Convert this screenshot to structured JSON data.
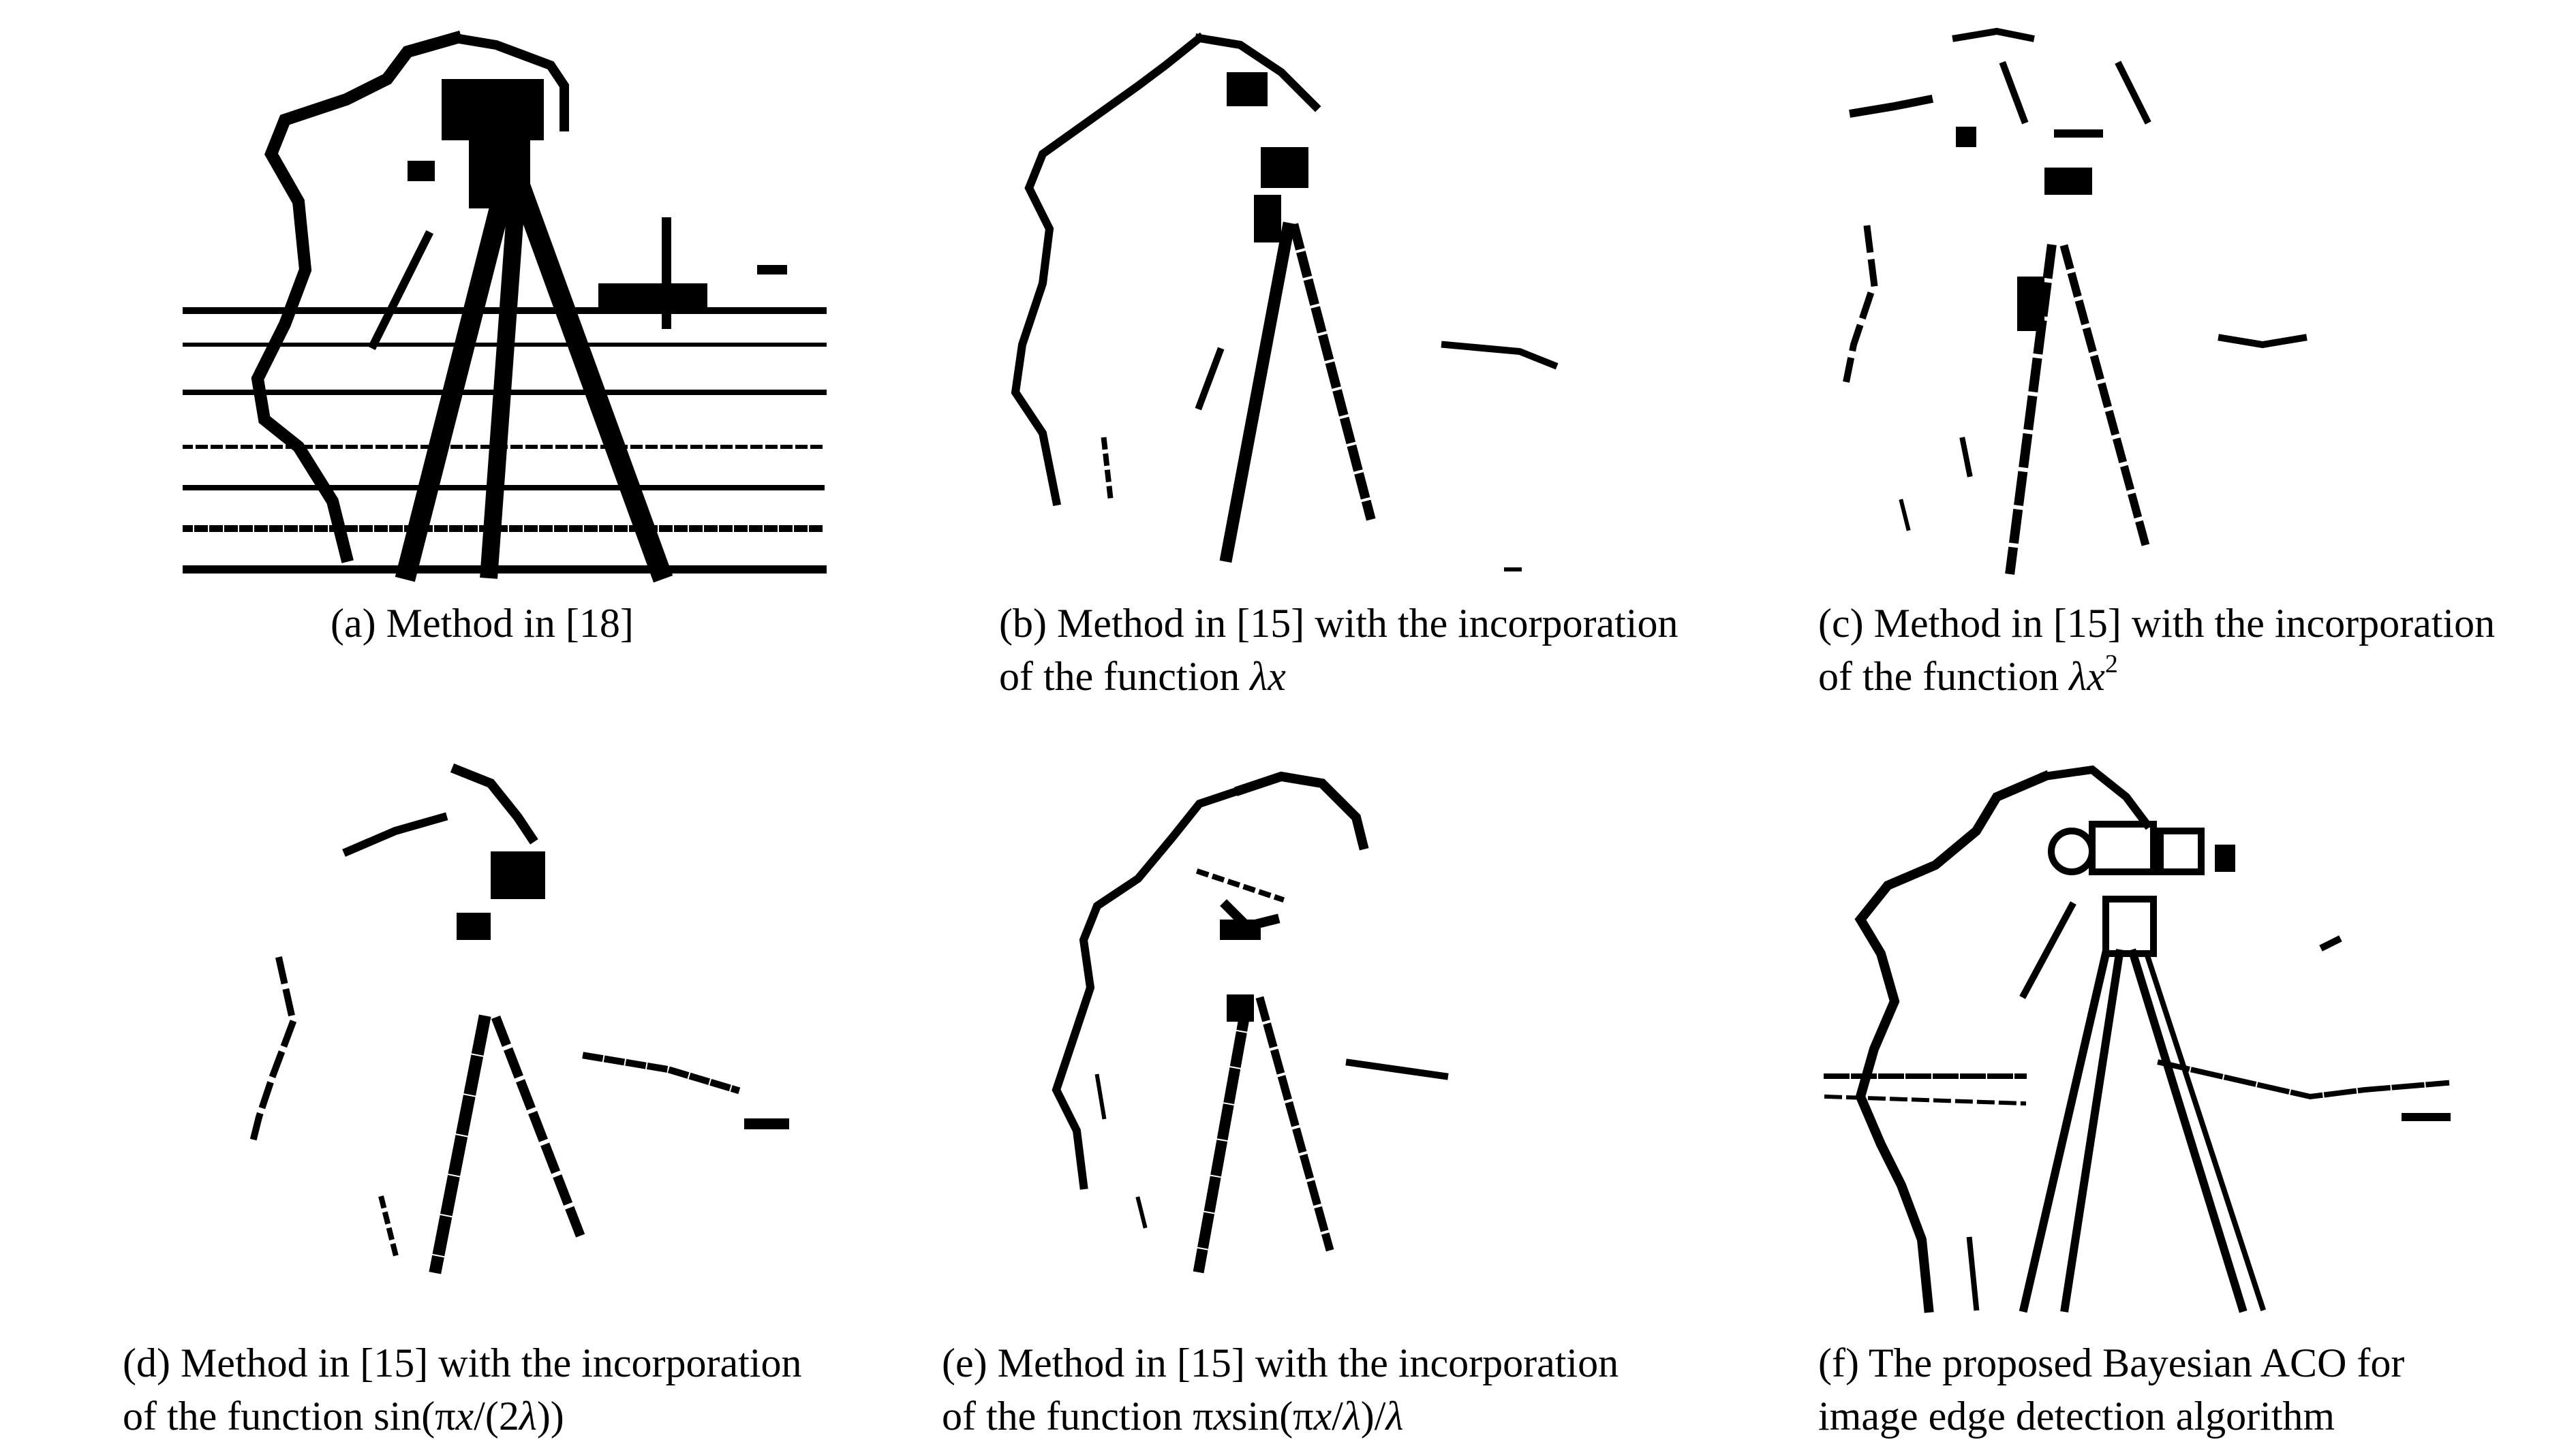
{
  "panels": [
    {
      "id": "a",
      "caption_line1": "(a) Method in [18]",
      "caption_line2": ""
    },
    {
      "id": "b",
      "caption_line1": "(b) Method in [15] with the incorporation",
      "caption_line2_prefix": "of the function ",
      "caption_line2_math": "λx"
    },
    {
      "id": "c",
      "caption_line1": "(c) Method in [15] with the incorporation",
      "caption_line2_prefix": "of the function ",
      "caption_line2_math": "λx",
      "caption_line2_sup": "2"
    },
    {
      "id": "d",
      "caption_line1": "(d) Method in [15] with the incorporation",
      "caption_line2_prefix": "of the function sin(π",
      "caption_line2_math": "x",
      "caption_line2_mid": "/(2",
      "caption_line2_math2": "λ",
      "caption_line2_suffix": "))"
    },
    {
      "id": "e",
      "caption_line1": "(e) Method in [15] with the incorporation",
      "caption_line2_prefix": "of the function π",
      "caption_line2_math": "x",
      "caption_line2_mid": "sin(π",
      "caption_line2_math2": "x",
      "caption_line2_mid2": "/",
      "caption_line2_math3": "λ",
      "caption_line2_mid3": ")/",
      "caption_line2_math4": "λ"
    },
    {
      "id": "f",
      "caption_line1": "(f) The proposed Bayesian ACO for",
      "caption_line2": "image edge detection algorithm"
    }
  ],
  "colors": {
    "ink": "#000000",
    "paper": "#ffffff"
  }
}
